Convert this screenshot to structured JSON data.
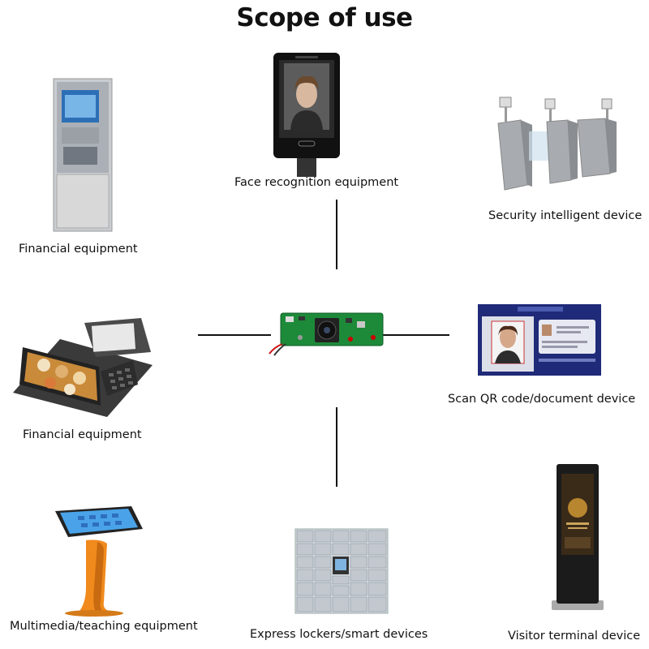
{
  "title": "Scope of use",
  "center": {
    "icon": "camera-module-board-icon"
  },
  "devices": [
    {
      "label": "Face recognition equipment",
      "icon": "face-recognition-terminal-icon"
    },
    {
      "label": "Financial equipment",
      "icon": "atm-kiosk-icon"
    },
    {
      "label": "Security intelligent device",
      "icon": "turnstile-gate-icon"
    },
    {
      "label": "Financial equipment",
      "icon": "pos-terminal-icon"
    },
    {
      "label": "Scan QR code/document device",
      "icon": "id-verification-screen-icon"
    },
    {
      "label": "Multimedia/teaching equipment",
      "icon": "touch-kiosk-icon"
    },
    {
      "label": "Express lockers/smart devices",
      "icon": "smart-locker-icon"
    },
    {
      "label": "Visitor terminal device",
      "icon": "standing-display-icon"
    }
  ]
}
